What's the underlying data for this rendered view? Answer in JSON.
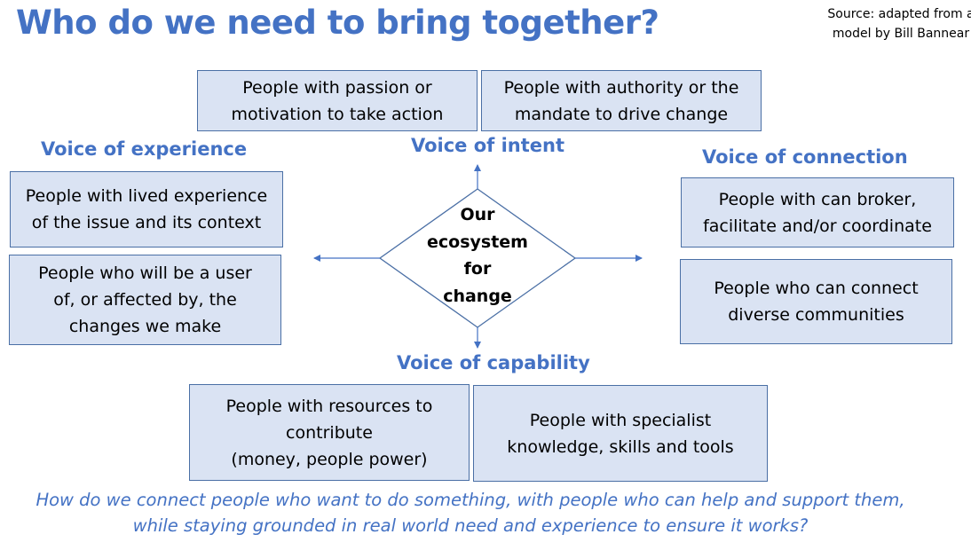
{
  "title": "Who do we need to bring together?",
  "source": "Source: adapted from a model by Bill Bannear",
  "center": "Our\necosystem\nfor\nchange",
  "voices": {
    "intent": "Voice of intent",
    "experience": "Voice of experience",
    "connection": "Voice of connection",
    "capability": "Voice of capability"
  },
  "boxes": {
    "passion": "People with passion or\nmotivation to take action",
    "authority": "People with authority or the\nmandate to drive change",
    "lived": "People with lived experience\nof the issue and its context",
    "user": "People who will be a user\nof, or affected by, the\nchanges we make",
    "broker": "People with can broker,\nfacilitate and/or coordinate",
    "communities": "People who can connect\ndiverse communities",
    "resources": "People with resources to\ncontribute\n(money, people power)",
    "specialist": "People with specialist\nknowledge, skills and tools"
  },
  "footer": "How do we connect people who want to do something, with people who can help and support them,\nwhile staying grounded in real world need and experience to ensure it works?",
  "colors": {
    "accent": "#4472c4",
    "box_fill": "#dae3f3",
    "box_border": "#4a6fa5"
  }
}
